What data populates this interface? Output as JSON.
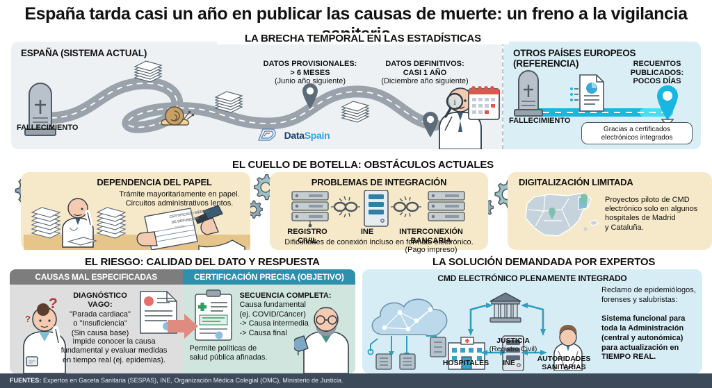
{
  "headline": "España tarda casi un año en publicar las causas de muerte: un freno a la vigilancia sanitaria",
  "colors": {
    "panel_gray": "#eef1f4",
    "panel_blue": "#daeef5",
    "panel_tan": "#f6e9c9",
    "header_gray": "#7d7d7d",
    "header_teal": "#2e90ad",
    "body_mint": "#cfe5dd",
    "footer_navy": "#3d4a5a",
    "accent_cyan": "#18b6e0",
    "road_gray": "#9aa3ab"
  },
  "section_titles": {
    "timeline": "LA BRECHA TEMPORAL EN LAS ESTADÍSTICAS",
    "bottleneck": "EL CUELLO DE BOTELLA: OBSTÁCULOS ACTUALES",
    "risk": "EL RIESGO: CALIDAD DEL DATO Y RESPUESTA",
    "solution": "LA SOLUCIÓN DEMANDADA POR EXPERTOS"
  },
  "timeline": {
    "spain": {
      "panel_title": "ESPAÑA (SISTEMA ACTUAL)",
      "start_label": "FALLECIMIENTO",
      "milestone1": {
        "line1": "DATOS PROVISIONALES:",
        "line2": "> 6 MESES",
        "line3": "(Junio año siguiente)"
      },
      "milestone2": {
        "line1": "DATOS DEFINITIVOS:",
        "line2": "CASI 1 AÑO",
        "line3": "(Diciembre año siguiente)"
      },
      "watermark_a": "Data",
      "watermark_b": "Spain"
    },
    "europe": {
      "panel_title": "OTROS PAÍSES EUROPEOS (REFERENCIA)",
      "start_label": "FALLECIMIENTO",
      "result": {
        "line1": "RECUENTOS",
        "line2": "PUBLICADOS:",
        "line3": "POCOS DÍAS"
      },
      "callout": {
        "line1": "Gracias a certificados",
        "line2": "electrónicos integrados"
      }
    }
  },
  "bottleneck": {
    "cards": [
      {
        "title": "DEPENDENCIA DEL PAPEL",
        "body_line1": "Trámite mayoritariamente en papel.",
        "body_line2": "Circuitos administrativos lentos.",
        "doc_line1": "CERTIFICADO MÉDICO",
        "doc_line2": "DE DEFUNCIÓN",
        "doc_line3": "(IANE)"
      },
      {
        "title": "PROBLEMAS DE INTEGRACIÓN",
        "node1_line1": "REGISTRO",
        "node1_line2": "CIVIL",
        "node2_line1": "INE",
        "node3_line1": "INTERCONEXIÓN BANCARIA",
        "node3_line2": "(Pago impreso)",
        "footnote": "Dificultades de conexión incluso en formato electrónico."
      },
      {
        "title": "DIGITALIZACIÓN LIMITADA",
        "body_line1": "Proyectos piloto de CMD",
        "body_line2": "electrónico solo en algunos",
        "body_line3": "hospitales de Madrid",
        "body_line4": "y Cataluña."
      }
    ]
  },
  "risk": {
    "left": {
      "header": "CAUSAS MAL ESPECIFICADAS",
      "t1": "DIAGNÓSTICO VAGO:",
      "t2": "\"Parada cardiaca\"",
      "t3": "o \"Insuficiencia\"",
      "t4": "(Sin causa base)",
      "b1": "Impide conocer la causa",
      "b2": "fundamental y evaluar medidas",
      "b3": "en tiempo real (ej. epidemias).",
      "question_mark": "?"
    },
    "right": {
      "header": "CERTIFICACIÓN PRECISA (OBJETIVO)",
      "t1": "SECUENCIA COMPLETA:",
      "t2": "Causa fundamental",
      "t3": "(ej. COVID/Cáncer)",
      "t4": "-> Causa intermedia",
      "t5": "-> Causa final",
      "b1": "Permite políticas de",
      "b2": "salud pública afinadas."
    }
  },
  "solution": {
    "title": "CMD ELECTRÓNICO PLENAMENTE INTEGRADO",
    "nodes": {
      "justice_main": "JUSTICIA",
      "justice_sub": "(Registro Civil)",
      "hospitals": "HOSPITALES",
      "ine": "INE",
      "authorities_line1": "AUTORIDADES",
      "authorities_line2": "SANITARIAS"
    },
    "note": {
      "l1": "Reclamo de epidemiólogos,",
      "l2": "forenses y salubristas:",
      "b1": "Sistema funcional para",
      "b2": "toda la Administración",
      "b3": "(central y autonómica)",
      "b4": "para actualización en",
      "b5": "TIEMPO REAL."
    }
  },
  "footer": {
    "label": "FUENTES:",
    "text": " Expertos en Gaceta Sanitaria (SESPAS), INE, Organización Médica Colegial (OMC), Ministerio de Justicia."
  }
}
